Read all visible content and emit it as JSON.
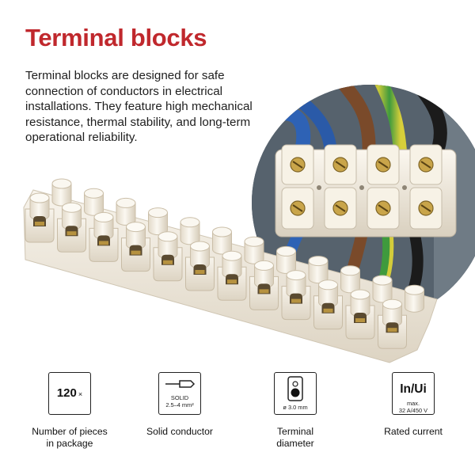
{
  "header": {
    "title": "Terminal blocks",
    "description": "Terminal blocks are designed for safe connection of conductors in electrical installations. They feature high mechanical resistance, thermal stability, and long-term operational reliability."
  },
  "features": [
    {
      "icon": "package-count-icon",
      "value": "120",
      "suffix": "×",
      "label_line1": "Number of pieces",
      "label_line2": "in package"
    },
    {
      "icon": "solid-conductor-icon",
      "value_line1": "SOLID",
      "value_line2": "2.5–4 mm²",
      "label_line1": "Solid conductor",
      "label_line2": ""
    },
    {
      "icon": "terminal-diameter-icon",
      "value_line1": "ø 3.0 mm",
      "label_line1": "Terminal",
      "label_line2": "diameter"
    },
    {
      "icon": "rated-current-icon",
      "value": "In/Ui",
      "value_line1": "max.",
      "value_line2": "32 A/450 V",
      "label_line1": "Rated current",
      "label_line2": ""
    }
  ],
  "colors": {
    "title": "#c0282d",
    "block_body": "#efe8da",
    "wire_blue": "#2e62b5",
    "wire_brown": "#7a4a2a",
    "wire_green_yellow": "#b7c132",
    "wire_black": "#1b1b1b"
  }
}
